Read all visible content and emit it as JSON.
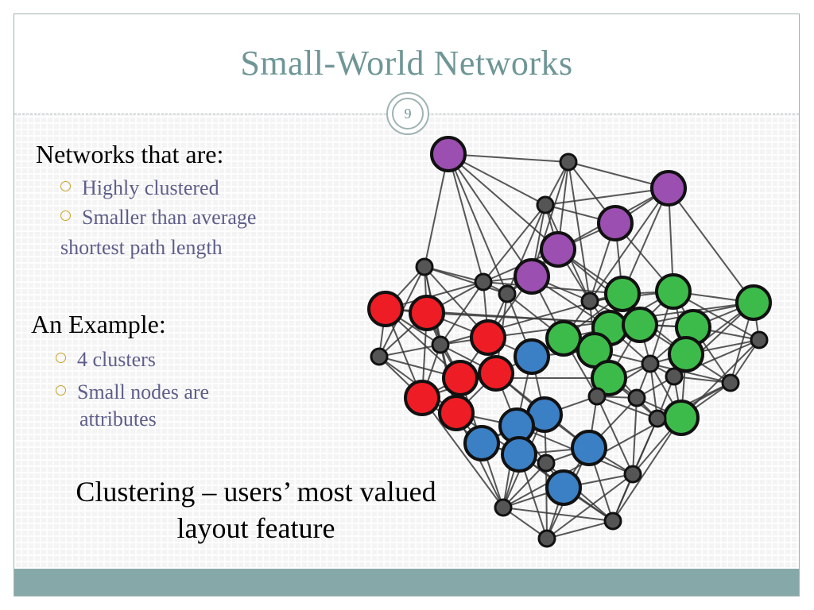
{
  "slide": {
    "title": "Small-World Networks",
    "page_number": "9"
  },
  "content": {
    "heading1": "Networks that are:",
    "bullets1": [
      "Highly clustered",
      "Smaller than average",
      "shortest path length"
    ],
    "heading2": "An Example:",
    "bullets2": [
      "4 clusters",
      "Small nodes are",
      "attributes"
    ],
    "caption_line1": "Clustering – users’ most valued",
    "caption_line2": "layout feature"
  },
  "colors": {
    "title": "#6f9696",
    "footer": "#87a8a8",
    "bullet_text": "#5e5e8a",
    "bullet_marker": "#c9a227",
    "purple": "#9b4fb0",
    "red": "#ee1c24",
    "green": "#3dbb4a",
    "blue": "#3b7fc4",
    "attribute": "#555555"
  },
  "graph": {
    "clusters": [
      "purple",
      "red",
      "green",
      "blue"
    ],
    "cluster_count": 4
  }
}
